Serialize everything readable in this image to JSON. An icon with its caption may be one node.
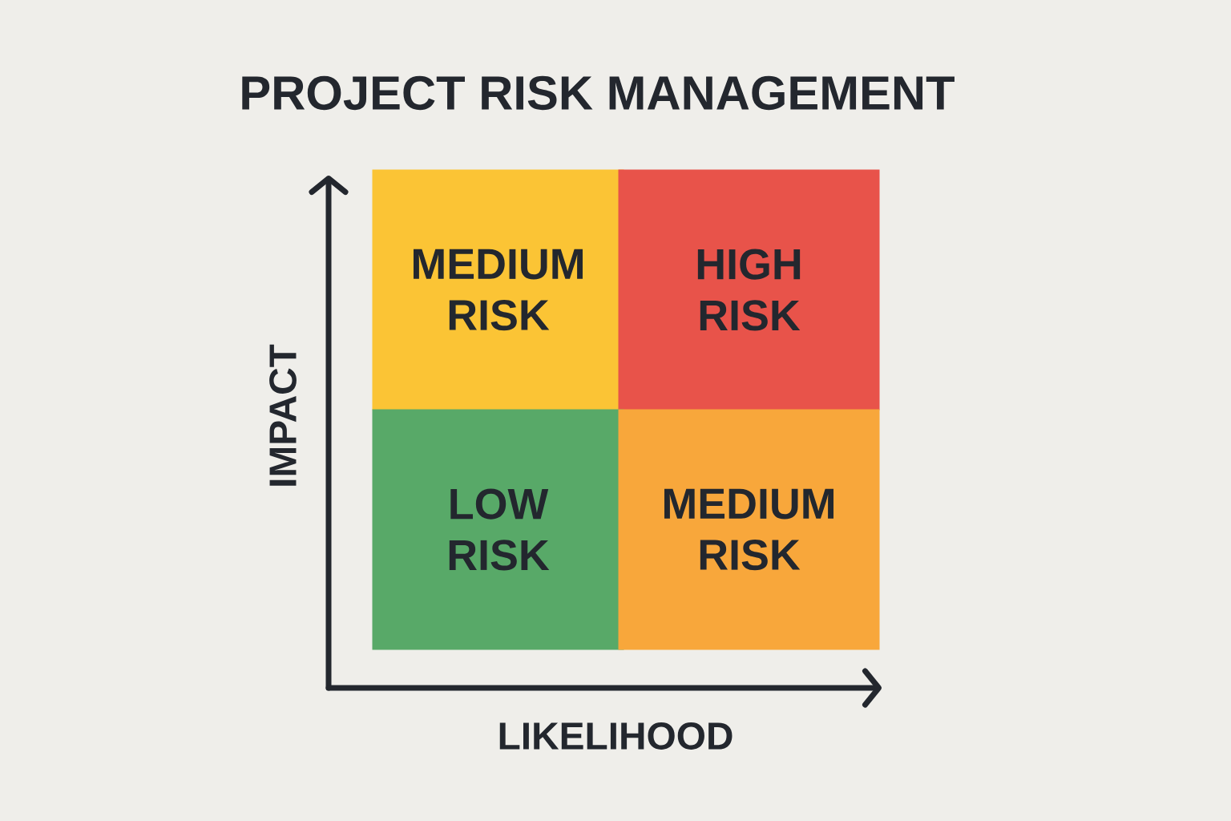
{
  "diagram": {
    "title": "PROJECT RISK MANAGEMENT",
    "nodes": [
      {
        "text": [
          "MEDIUM RISK"
        ]
      },
      {
        "text": [
          "HIGH RISK"
        ]
      },
      {
        "text": [
          "LOW RISK"
        ]
      },
      {
        "text": [
          "MEDIUM RISK"
        ]
      }
    ],
    "labels": [
      "IMPACT",
      "LIKELIHOOD"
    ]
  }
}
